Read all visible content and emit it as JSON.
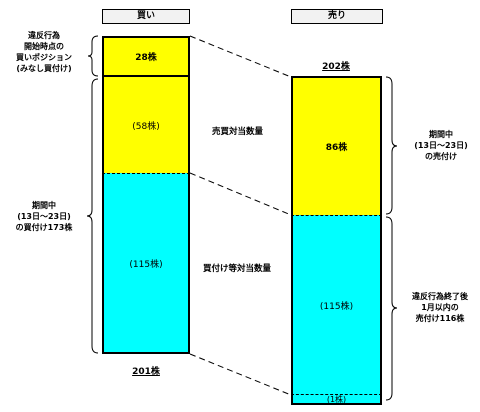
{
  "buy": {
    "header": "買い",
    "segments": [
      {
        "label": "28株",
        "color": "#ffff00"
      },
      {
        "label": "(58株)",
        "color": "#ffff00"
      },
      {
        "label": "(115株)",
        "color": "#00ffff"
      }
    ],
    "total": "201株"
  },
  "sell": {
    "header": "売り",
    "total_top": "202株",
    "segments": [
      {
        "label": "86株",
        "color": "#ffff00"
      },
      {
        "label": "(115株)",
        "color": "#00ffff"
      },
      {
        "label": "(1株)",
        "color": "#00ffff"
      }
    ]
  },
  "left_labels": {
    "position": "違反行為\n開始時点の\n買いポジション\n(みなし買付け)",
    "period_buy": "期間中\n(13日～23日)\nの買付け173株"
  },
  "middle_labels": {
    "sell_equiv": "売買対当数量",
    "buy_equiv": "買付け等対当数量"
  },
  "right_labels": {
    "period_sell": "期間中\n(13日～23日)\nの売付け",
    "after_sell": "違反行為終了後\n1月以内の\n売付け116株"
  }
}
